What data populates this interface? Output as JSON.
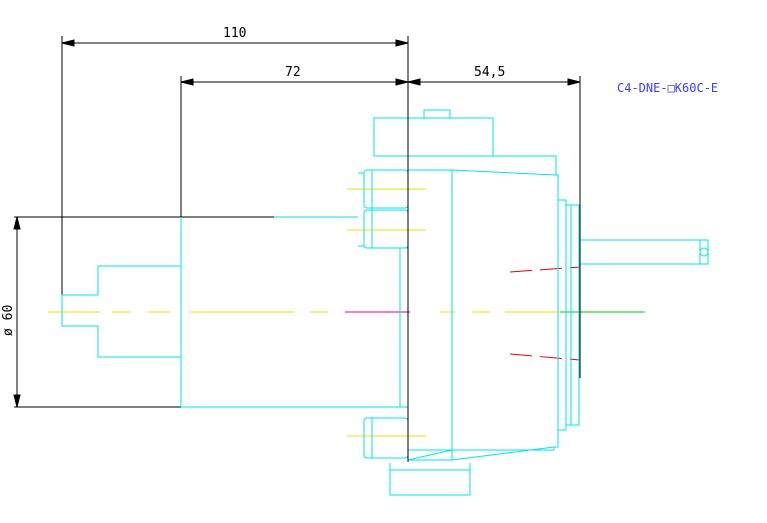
{
  "drawing": {
    "model_code": "C4-DNE-□K60C-E",
    "dimensions": {
      "overall_length": "110",
      "body_length": "72",
      "front_length": "54,5",
      "diameter": "ø 60"
    },
    "colors": {
      "background": "#ffffff",
      "dimension": "#000000",
      "outline": "#00e5ee",
      "centerline": "#e6e600",
      "hidden_line": "#e60000",
      "accent_line": "#e6007e",
      "shaft_axis": "#00c800",
      "model_text": "#3c3cff"
    }
  }
}
